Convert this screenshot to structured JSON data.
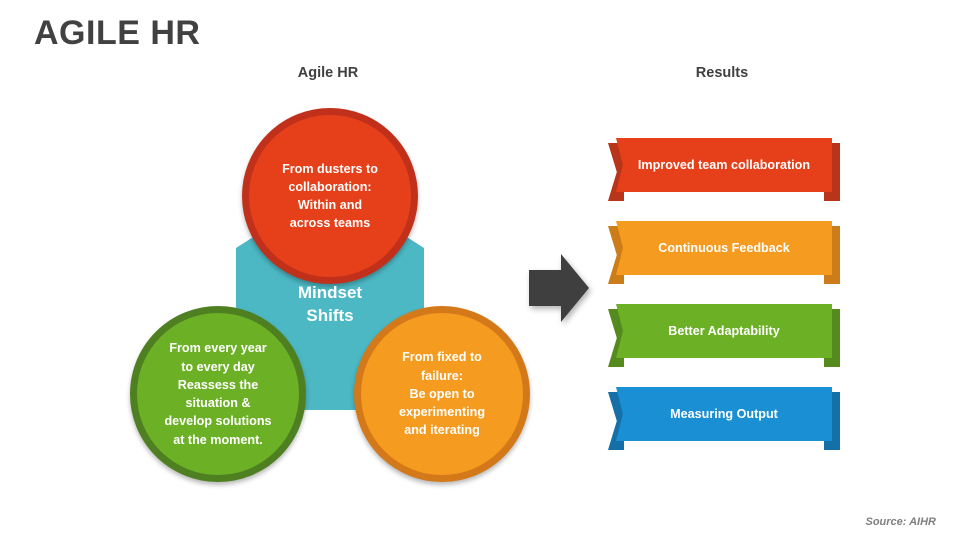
{
  "slide": {
    "title": "AGILE HR",
    "background_color": "#ffffff",
    "source_note": "Source: AIHR"
  },
  "headings": {
    "left": "Agile HR",
    "right": "Results"
  },
  "diagram": {
    "center": {
      "label": "Mindset\nShifts",
      "shape": "hexagon",
      "color": "#4cb8c4",
      "text_color": "#ffffff"
    },
    "lobes": [
      {
        "id": "red",
        "position": "top",
        "text": "From dusters to\ncollaboration:\nWithin and\nacross teams",
        "color": "#e6401b",
        "ring_color": "#c0301a"
      },
      {
        "id": "green",
        "position": "bottom-left",
        "text": "From every year\nto every day\nReassess the\nsituation &\ndevelop solutions\nat the moment.",
        "color": "#6cb026",
        "ring_color": "#4e8021"
      },
      {
        "id": "orange",
        "position": "bottom-right",
        "text": "From fixed to\nfailure:\nBe open to\nexperimenting\nand iterating",
        "color": "#f59b20",
        "ring_color": "#d3791a"
      }
    ]
  },
  "arrow": {
    "icon": "arrow-right-icon",
    "direction": "right",
    "color": "#3f3f3f"
  },
  "results": {
    "items": [
      {
        "label": "Improved team collaboration",
        "color": "#e6401b",
        "edge_color": "#b9351a"
      },
      {
        "label": "Continuous Feedback",
        "color": "#f59b20",
        "edge_color": "#cc7d19"
      },
      {
        "label": "Better Adaptability",
        "color": "#6cb026",
        "edge_color": "#558a1f"
      },
      {
        "label": "Measuring Output",
        "color": "#1b8fd4",
        "edge_color": "#1570a8"
      }
    ]
  }
}
